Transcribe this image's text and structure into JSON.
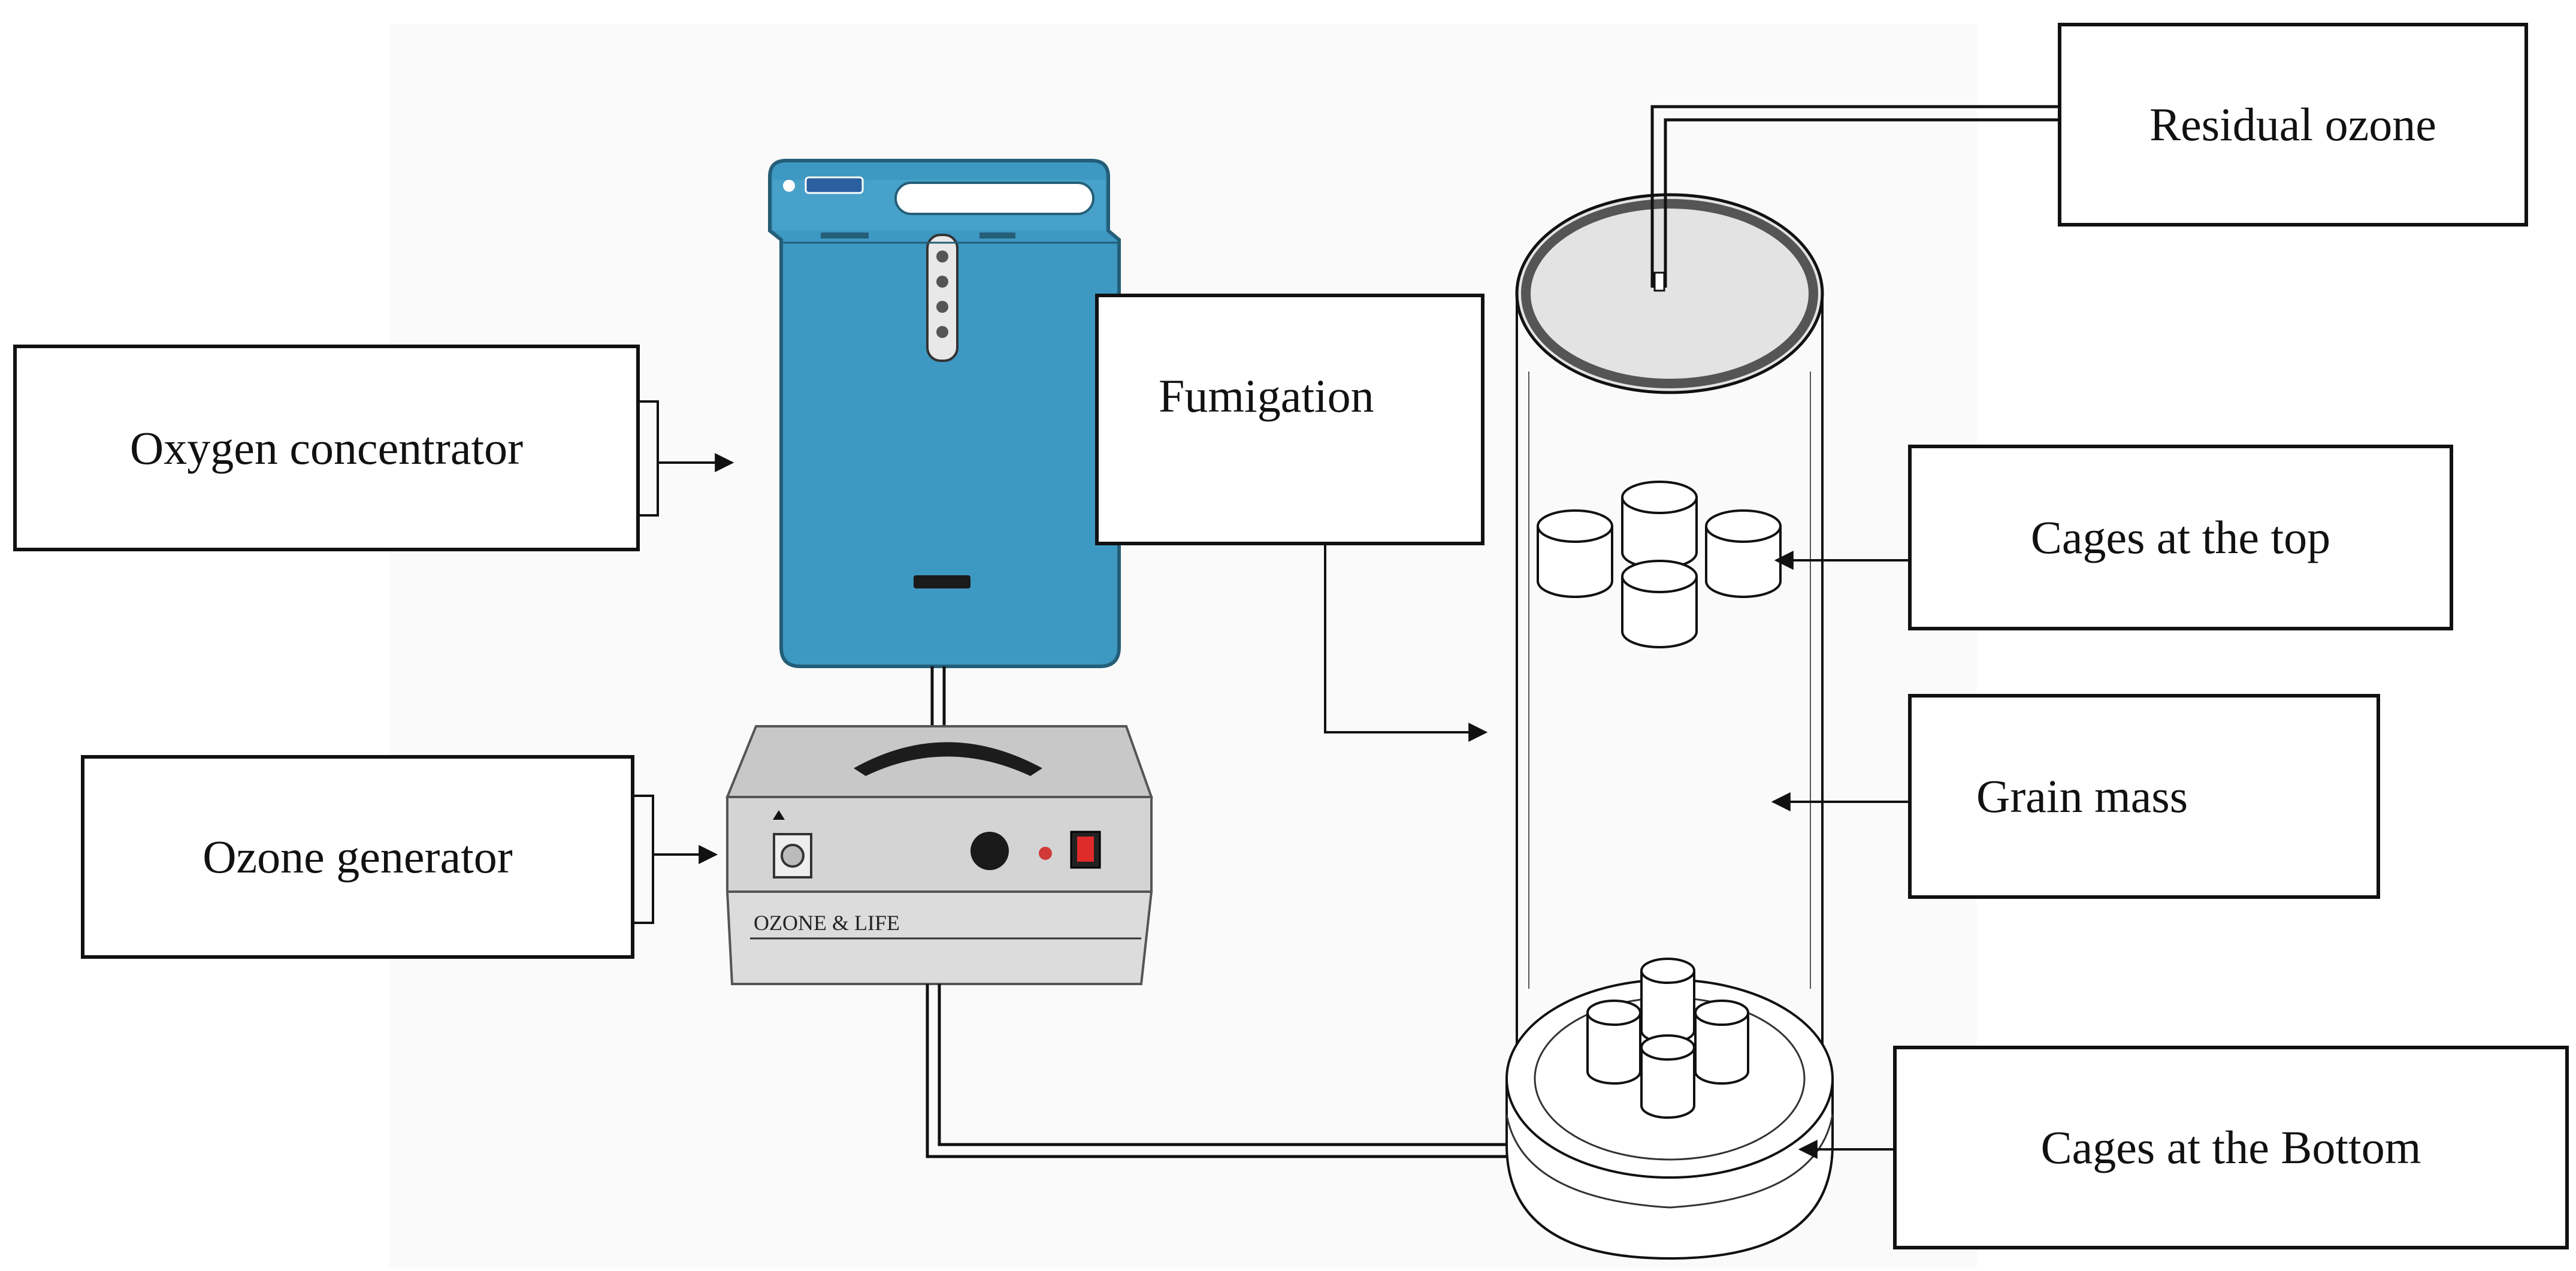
{
  "labels": {
    "oxygen_concentrator": "Oxygen concentrator",
    "ozone_generator": "Ozone generator",
    "fumigation": "Fumigation",
    "residual_ozone": "Residual ozone",
    "cages_top": "Cages at the top",
    "grain_mass": "Grain mass",
    "cages_bottom": "Cages at the Bottom"
  },
  "devices": {
    "ozone_generator_brand": "OZONE & LIFE"
  },
  "colors": {
    "concentrator_body": "#3d98c2",
    "generator_body": "#d4d4d4",
    "lines": "#111111",
    "column_lid": "#e3e3e3"
  }
}
